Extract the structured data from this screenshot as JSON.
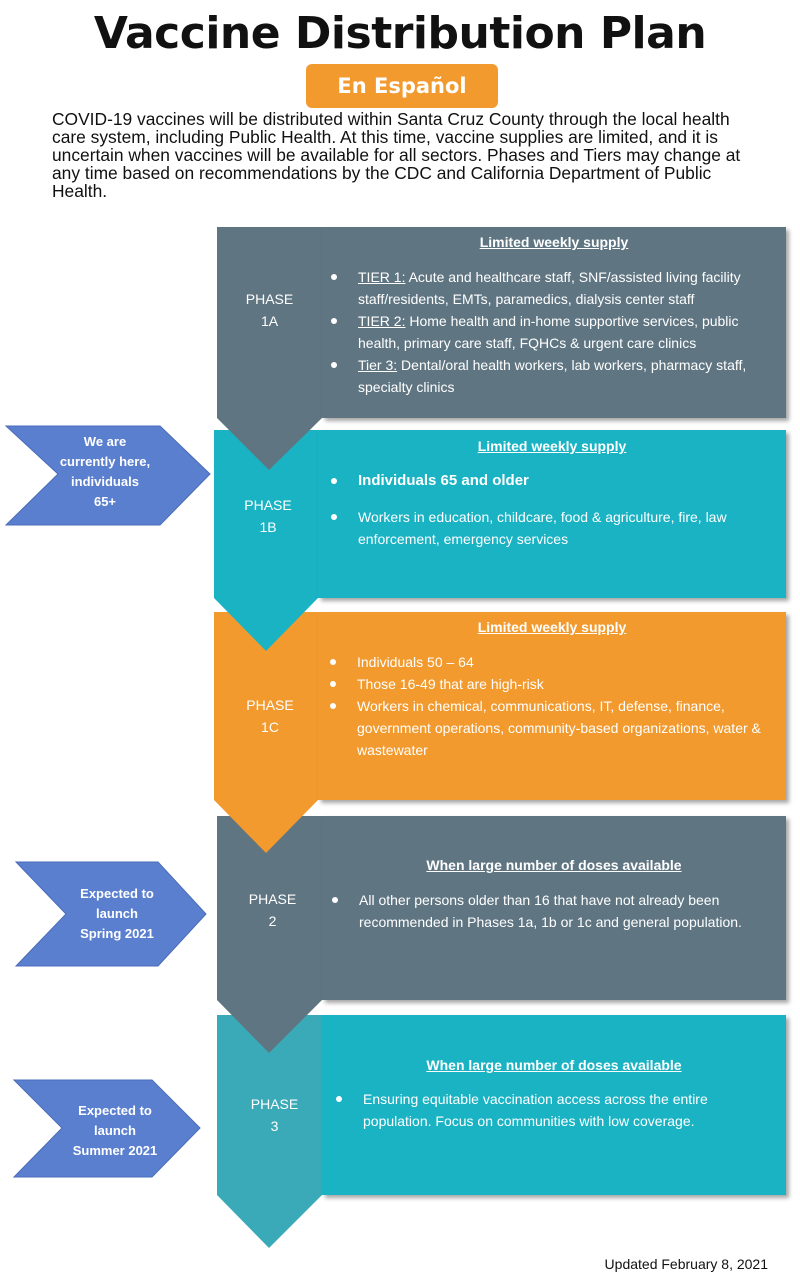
{
  "title": "Vaccine Distribution Plan",
  "espanol_button": "En Español",
  "intro": "COVID-19 vaccines will be distributed within Santa Cruz County through the local health care system, including Public Health. At this time, vaccine supplies are limited, and it is uncertain when vaccines will be available for all sectors. Phases and Tiers may change at any time based on recommendations by the CDC and California Department of Public Health.",
  "phases": [
    {
      "label_line1": "PHASE",
      "label_line2": "1A",
      "heading": "Limited weekly supply",
      "tiers": [
        {
          "tier": "TIER 1:",
          "text": "Acute and healthcare staff, SNF/assisted living facility staff/residents, EMTs, paramedics, dialysis center staff"
        },
        {
          "tier": "TIER 2:",
          "text": "Home health and in-home supportive services, public health, primary care staff, FQHCs & urgent care clinics"
        },
        {
          "tier": "Tier 3:",
          "text": "Dental/oral health workers, lab workers, pharmacy staff, specialty clinics"
        }
      ]
    },
    {
      "label_line1": "PHASE",
      "label_line2": "1B",
      "heading": "Limited weekly supply",
      "items": [
        "Individuals 65 and older",
        "Workers in education, childcare, food & agriculture, fire, law enforcement, emergency services"
      ]
    },
    {
      "label_line1": "PHASE",
      "label_line2": "1C",
      "heading": "Limited weekly supply",
      "items": [
        "Individuals 50 – 64",
        "Those 16-49 that are high-risk",
        "Workers in chemical, communications, IT, defense, finance, government operations, community-based organizations, water & wastewater"
      ]
    },
    {
      "label_line1": "PHASE",
      "label_line2": "2",
      "heading": "When large number of doses available",
      "items": [
        "All other persons older than 16 that have not already been recommended in Phases 1a, 1b or 1c and general population."
      ]
    },
    {
      "label_line1": "PHASE",
      "label_line2": "3",
      "heading": "When large number of doses available",
      "items": [
        "Ensuring equitable vaccination access across the entire population. Focus on communities with low coverage."
      ]
    }
  ],
  "side_arrows": [
    {
      "lines": [
        "We are",
        "currently here,",
        "individuals",
        "65+"
      ]
    },
    {
      "lines": [
        "Expected to",
        "launch",
        "Spring 2021"
      ]
    },
    {
      "lines": [
        "Expected to",
        "launch",
        "Summer 2021"
      ]
    }
  ],
  "updated": "Updated February 8, 2021",
  "colors": {
    "slate": "#5f7582",
    "teal": "#19b3c4",
    "orange": "#f29a2e",
    "blue_arrow": "#5b7fcf",
    "text_dark": "#111111"
  }
}
